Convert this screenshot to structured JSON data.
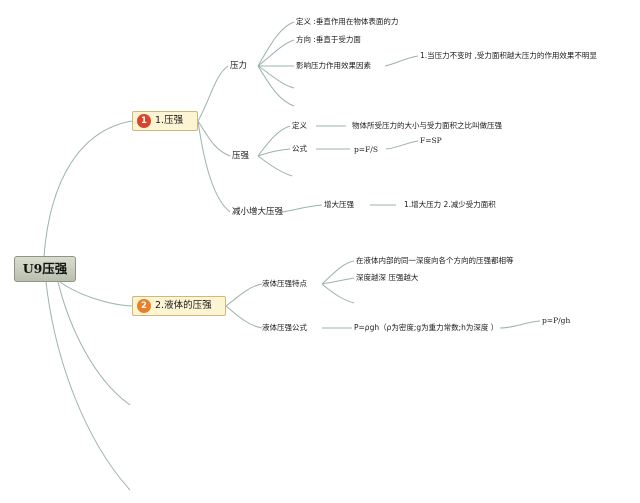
{
  "root": "U9压强",
  "topics": [
    {
      "num": "1",
      "label": "1.压强",
      "color": "#d8452c"
    },
    {
      "num": "2",
      "label": "2.液体的压强",
      "color": "#e8802a"
    }
  ],
  "pressure": {
    "label": "压力",
    "definition": "定义 :垂直作用在物体表面的力",
    "direction": "方向 :垂直于受力面",
    "factors_label": "影响压力作用效果因素",
    "factors_detail": "1.当压力不变时 ,受力面积越大压力的作用效果不明显"
  },
  "pressure_strength": {
    "label": "压强",
    "definition_label": "定义",
    "definition_text": "物体所受压力的大小与受力面积之比叫做压强",
    "formula_label": "公式",
    "formula": "p=F/S",
    "formula_derived": "F=SP"
  },
  "change": {
    "label": "减小增大压强",
    "increase_label": "增大压强",
    "increase_text": "1.增大压力 2.减少受力面积"
  },
  "liquid": {
    "features_label": "液体压强特点",
    "feature_1": "在液体内部的同一深度向各个方向的压强都相等",
    "feature_2": "深度越深 压强越大",
    "formula_label": "液体压强公式",
    "formula_text": "P=ρgh（ρ为密度;g为重力常数;h为深度 ）",
    "formula_derived": "p=P/gh"
  }
}
